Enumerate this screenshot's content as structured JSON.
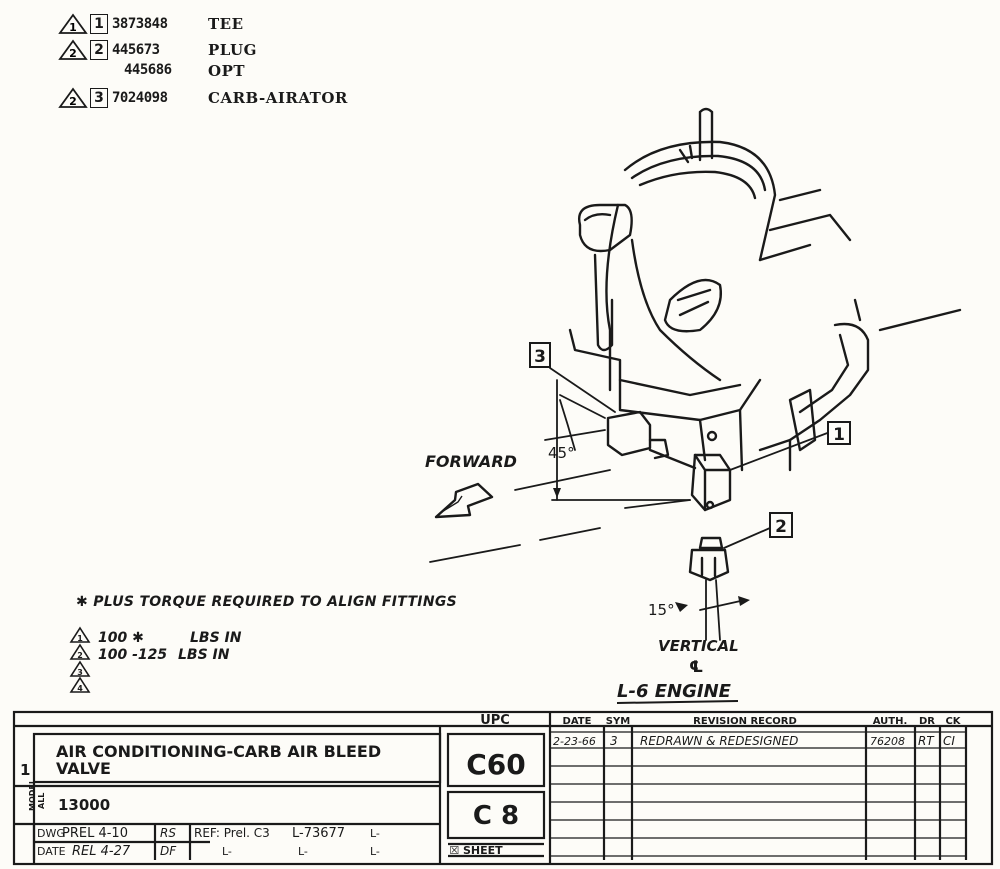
{
  "parts": [
    {
      "rev": "1",
      "item": "1",
      "part_no": "3873848",
      "name": "TEE"
    },
    {
      "rev": "2",
      "item": "2",
      "part_no": "445673",
      "name": "PLUG",
      "alt_part_no": "445686",
      "alt_name": "OPT"
    },
    {
      "rev": "2",
      "item": "3",
      "part_no": "7024098",
      "name": "CARB-AIRATOR"
    }
  ],
  "diagram": {
    "forward_label": "FORWARD",
    "angle_45": "45°",
    "angle_15": "15°",
    "vertical_label": "VERTICAL",
    "centerline_symbol": "℄",
    "engine_label": "L-6 ENGINE",
    "callouts": [
      "3",
      "1",
      "2"
    ]
  },
  "notes": {
    "torque_note": "✱ PLUS TORQUE REQUIRED TO ALIGN FITTINGS",
    "torque_rows": [
      {
        "tri": "1",
        "value": "100 ✱",
        "unit": "LBS IN"
      },
      {
        "tri": "2",
        "value": "100 -125",
        "unit": "LBS IN"
      },
      {
        "tri": "3",
        "value": "",
        "unit": ""
      },
      {
        "tri": "4",
        "value": "",
        "unit": ""
      }
    ]
  },
  "title_block": {
    "title_line1": "AIR CONDITIONING-CARB AIR BLEED",
    "title_line2": "VALVE",
    "section_no": "1",
    "model_label": "MODEL",
    "model_all": "ALL",
    "model_no": "13000",
    "upc_header": "UPC",
    "upc_value": "C60",
    "c_value": "C 8",
    "sheet_label": "☒ SHEET",
    "dwg_label": "DWG",
    "dwg_value": "PREL 4-10",
    "dwg_init": "RS",
    "date_label": "DATE",
    "date_value": "REL 4-27",
    "date_init": "DF",
    "ref_label": "REF: Prel. C3",
    "ref_no": "L-73677",
    "l_marks": [
      "L-",
      "L-",
      "L-",
      "L-"
    ],
    "rev_headers": {
      "date": "DATE",
      "sym": "SYM",
      "record": "REVISION RECORD",
      "auth": "AUTH.",
      "dr": "DR",
      "ck": "CK"
    },
    "revisions": [
      {
        "date": "2-23-66",
        "sym": "3",
        "record": "REDRAWN  &  REDESIGNED",
        "auth": "76208",
        "dr": "RT",
        "ck": "CI"
      }
    ]
  }
}
